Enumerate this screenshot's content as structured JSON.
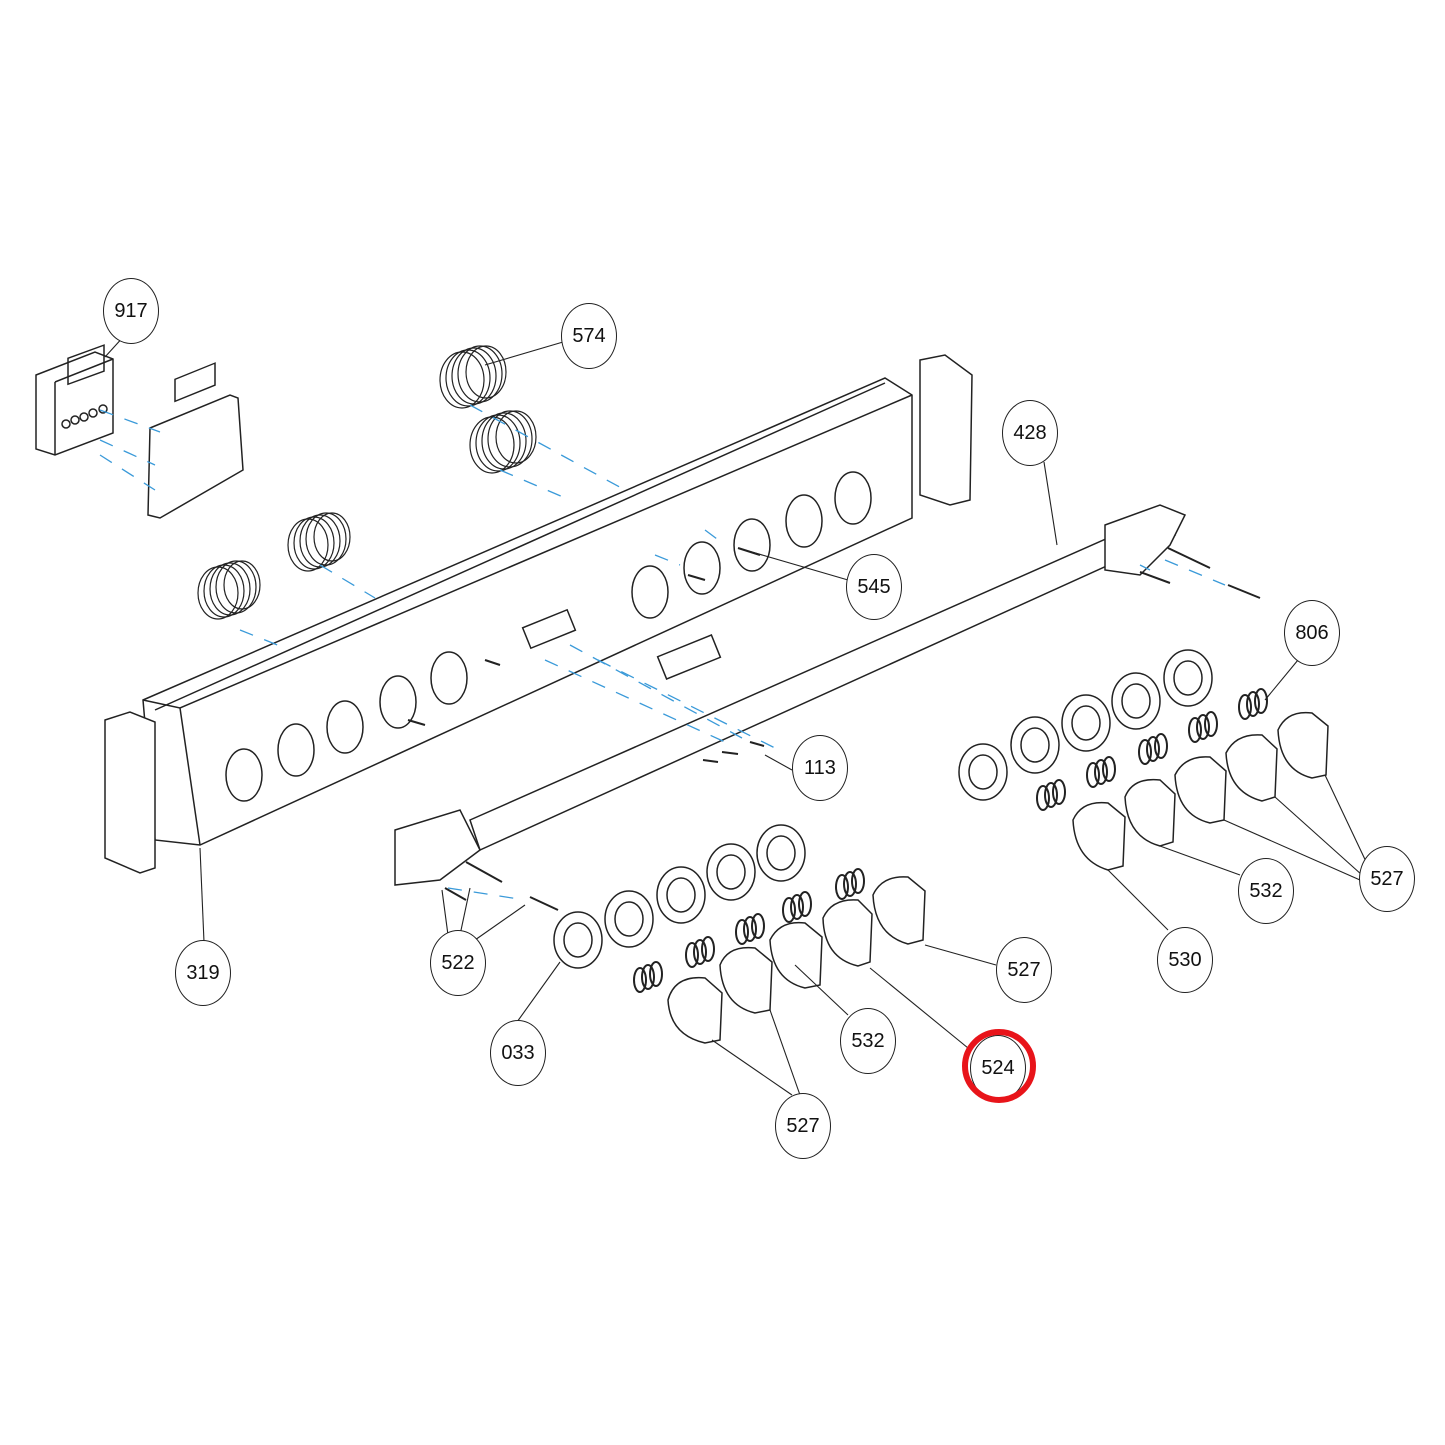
{
  "diagram": {
    "type": "exploded parts diagram",
    "subject": "control panel assembly with knobs, bezels, springs and handle rail",
    "colors": {
      "line": "#222222",
      "hidden_axis": "#3a9ad9",
      "highlight": "#e8141a",
      "background": "#ffffff"
    },
    "highlighted_part": "524",
    "callouts": [
      {
        "id": "c917",
        "label": "917",
        "part": "timer / clock display module"
      },
      {
        "id": "c574",
        "label": "574",
        "part": "thermocouple coil"
      },
      {
        "id": "c428",
        "label": "428",
        "part": "handle rail"
      },
      {
        "id": "c545",
        "label": "545",
        "part": "spindle extension"
      },
      {
        "id": "c806",
        "label": "806",
        "part": "knob spring"
      },
      {
        "id": "c113",
        "label": "113",
        "part": "screw"
      },
      {
        "id": "c319",
        "label": "319",
        "part": "control panel"
      },
      {
        "id": "c522",
        "label": "522",
        "part": "handle mounting screws and spacer"
      },
      {
        "id": "c033",
        "label": "033",
        "part": "knob bezel"
      },
      {
        "id": "c527a",
        "label": "527",
        "part": "control knob"
      },
      {
        "id": "c532a",
        "label": "532",
        "part": "control knob"
      },
      {
        "id": "c524",
        "label": "524",
        "part": "control knob"
      },
      {
        "id": "c527b",
        "label": "527",
        "part": "control knob"
      },
      {
        "id": "c530",
        "label": "530",
        "part": "control knob"
      },
      {
        "id": "c532b",
        "label": "532",
        "part": "control knob"
      },
      {
        "id": "c527c",
        "label": "527",
        "part": "control knob"
      }
    ]
  }
}
